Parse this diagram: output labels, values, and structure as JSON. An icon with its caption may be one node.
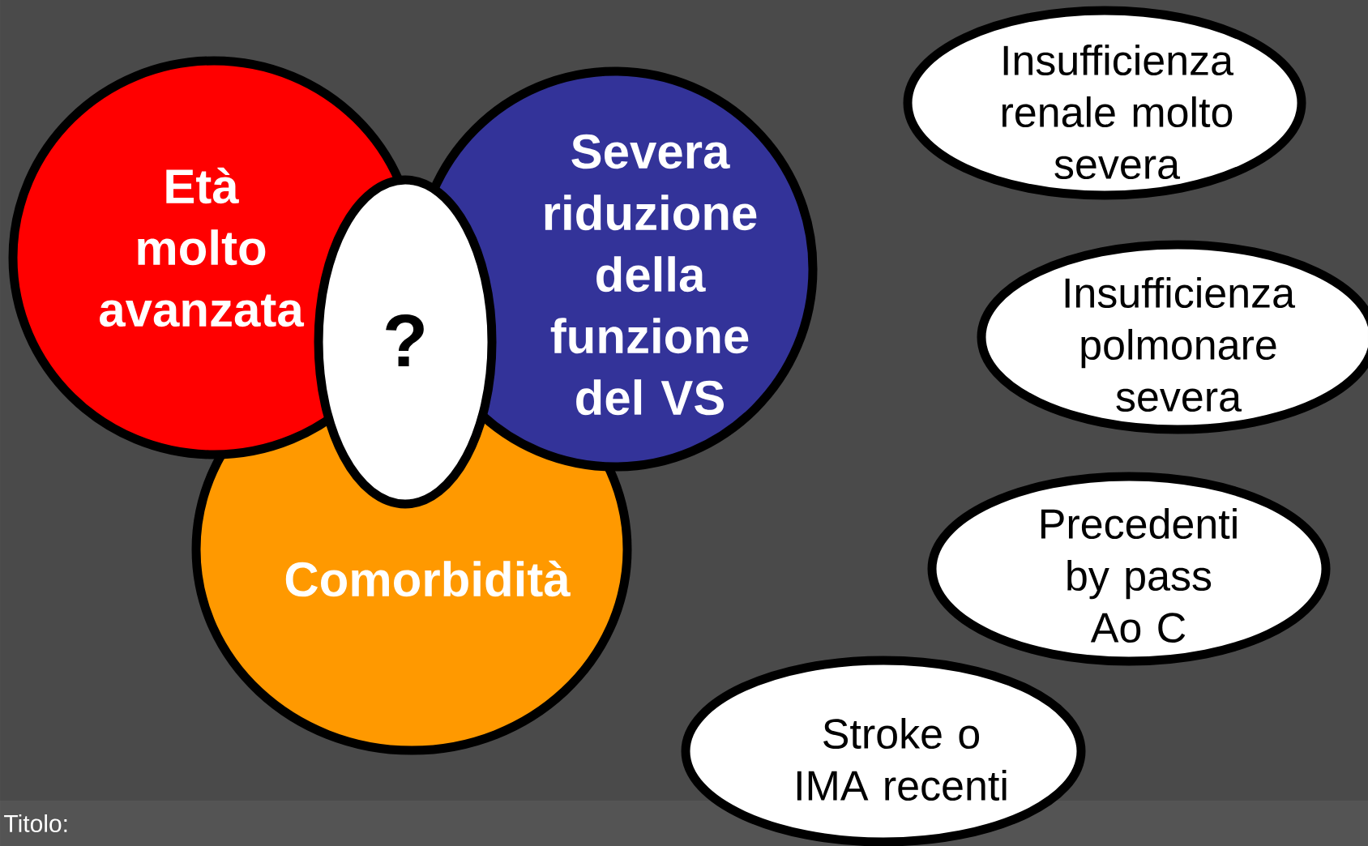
{
  "diagram": {
    "nodes": [
      {
        "text": [
          "Età molto avanzata"
        ]
      },
      {
        "text": [
          "Severa riduzione della funzione del VS"
        ]
      },
      {
        "text": [
          "Comorbidità"
        ]
      },
      {
        "text": [
          "?"
        ]
      },
      {
        "text": [
          "Insufficienza renale molto severa"
        ]
      },
      {
        "text": [
          "Insufficienza polmonare severa"
        ]
      },
      {
        "text": [
          "Precedenti by pass Ao C"
        ]
      },
      {
        "text": [
          "Stroke o IMA recenti"
        ]
      }
    ],
    "labels": [
      "Titolo:"
    ]
  }
}
